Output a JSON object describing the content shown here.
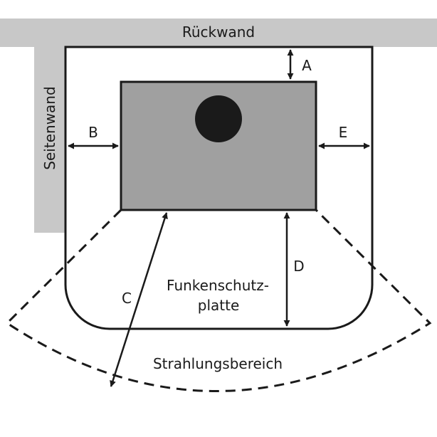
{
  "labels": {
    "back_wall": "Rückwand",
    "side_wall": "Seitenwand",
    "a": "A",
    "b": "B",
    "c": "C",
    "d": "D",
    "e": "E",
    "plate_line1": "Funkenschutz-",
    "plate_line2": "platte",
    "radiation": "Strahlungsbereich"
  },
  "colors": {
    "wall": "#c8c8c8",
    "stove": "#a0a0a0",
    "flue": "#1a1a1a",
    "line": "#1a1a1a",
    "plate_fill": "#ffffff"
  }
}
